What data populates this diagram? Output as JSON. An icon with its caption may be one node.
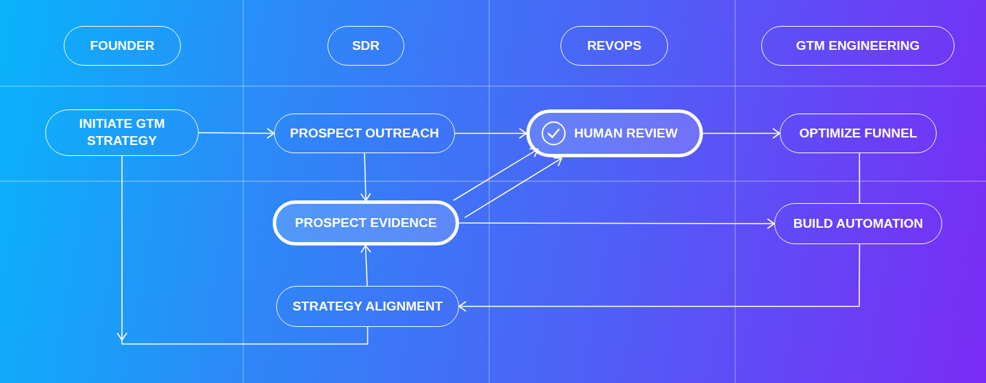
{
  "diagram": {
    "nodes": [
      {
        "text": [
          "FOUNDER"
        ]
      },
      {
        "text": [
          "SDR"
        ]
      },
      {
        "text": [
          "REVOPS"
        ]
      },
      {
        "text": [
          "GTM ENGINEERING"
        ]
      },
      {
        "text": [
          "INITIATE GTM STRATEGY"
        ]
      },
      {
        "text": [
          "PROSPECT OUTREACH"
        ]
      },
      {
        "text": [
          "HUMAN REVIEW"
        ]
      },
      {
        "text": [
          "OPTIMIZE FUNNEL"
        ]
      },
      {
        "text": [
          "PROSPECT EVIDENCE"
        ]
      },
      {
        "text": [
          "BUILD AUTOMATION"
        ]
      },
      {
        "text": [
          "STRATEGY ALIGNMENT"
        ]
      }
    ],
    "edges": [
      {
        "from": 4,
        "to": 5,
        "arrow": "to"
      },
      {
        "from": 5,
        "to": 6,
        "arrow": "to"
      },
      {
        "from": 6,
        "to": 7,
        "arrow": "to"
      },
      {
        "from": 5,
        "to": 8,
        "arrow": "to"
      },
      {
        "from": 8,
        "to": 6,
        "arrow": "to"
      },
      {
        "from": 8,
        "to": 6,
        "arrow": "to"
      },
      {
        "from": 8,
        "to": 9,
        "arrow": "to"
      },
      {
        "from": 7,
        "to": 9,
        "arrow": "none"
      },
      {
        "from": 9,
        "to": 10,
        "arrow": "to"
      },
      {
        "from": 10,
        "to": 8,
        "arrow": "to"
      },
      {
        "from": 4,
        "to": 10,
        "arrow": "to"
      }
    ]
  }
}
